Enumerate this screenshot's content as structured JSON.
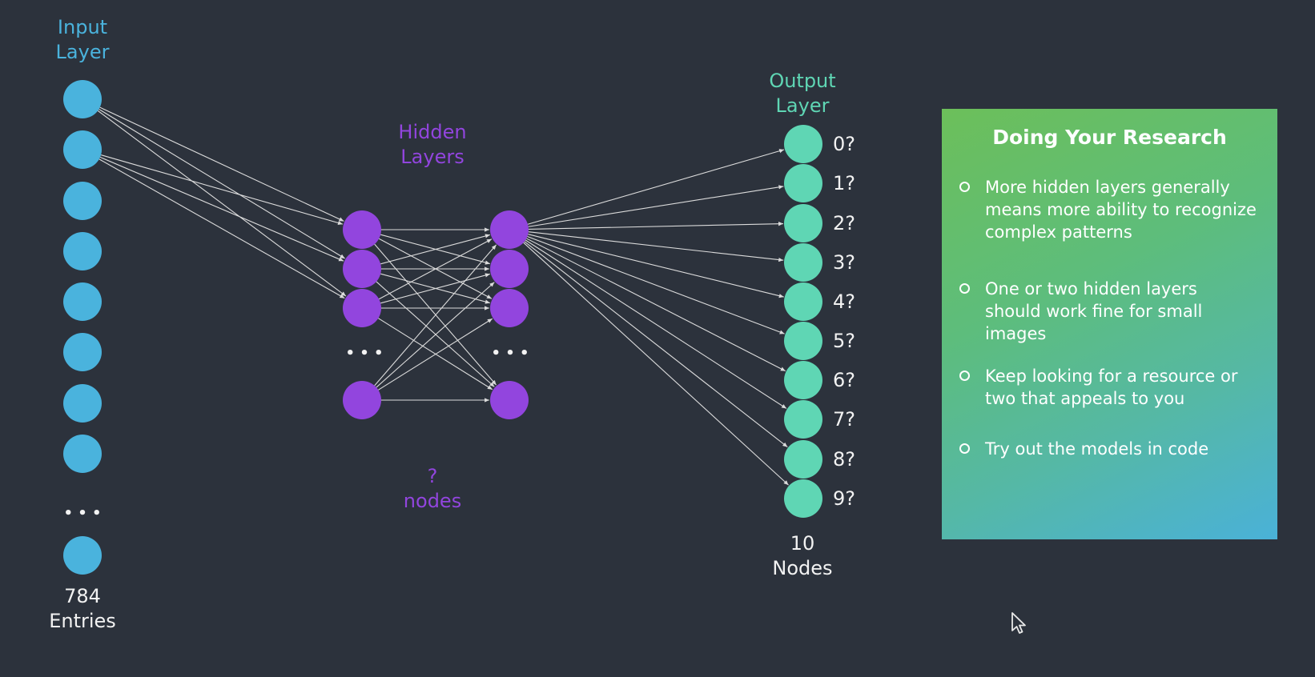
{
  "labels": {
    "input_layer": [
      "Input",
      "Layer"
    ],
    "hidden_layers": [
      "Hidden",
      "Layers"
    ],
    "output_layer": [
      "Output",
      "Layer"
    ],
    "input_count": [
      "784",
      "Entries"
    ],
    "hidden_count": [
      "?",
      "nodes"
    ],
    "output_count": [
      "10",
      "Nodes"
    ],
    "ellipsis": "• • •"
  },
  "outputs": [
    "0?",
    "1?",
    "2?",
    "3?",
    "4?",
    "5?",
    "6?",
    "7?",
    "8?",
    "9?"
  ],
  "panel": {
    "title": "Doing Your Research",
    "bullets": [
      "More hidden layers generally means more ability to recognize complex patterns",
      "One or two hidden layers should work fine for small images",
      "Keep looking for a resource or two that appeals to you",
      "Try out the models in code"
    ]
  },
  "colors": {
    "background": "#2c323c",
    "input_node": "#4ab3dd",
    "hidden_node": "#9245de",
    "output_node": "#5fd6b4",
    "edge": "#dcdcdc"
  }
}
